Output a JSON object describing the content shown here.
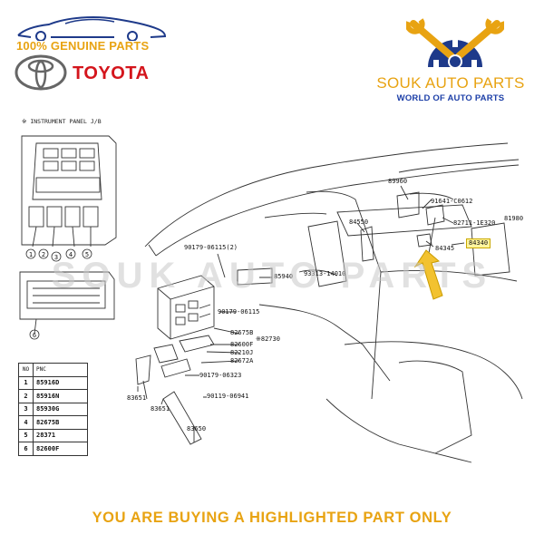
{
  "header": {
    "genuine_label": "100% GENUINE PARTS",
    "brand_name": "TOYOTA",
    "store_name": "SOUK AUTO PARTS",
    "store_tagline": "WORLD OF AUTO PARTS",
    "logo_icons": [
      "car-outline-icon",
      "toyota-emblem-icon",
      "wrench-gear-icon"
    ]
  },
  "watermark": "SOUK AUTO PARTS",
  "diagram": {
    "title": "※ INSTRUMENT PANEL J/B",
    "fuse_box_markers": [
      "1",
      "2",
      "3",
      "4",
      "5",
      "6"
    ],
    "callouts": [
      {
        "key": "89960",
        "text": "89960",
        "highlight": false
      },
      {
        "key": "91641",
        "text": "91641-C0612",
        "highlight": false
      },
      {
        "key": "82711",
        "text": "82711-1E320",
        "highlight": false
      },
      {
        "key": "81980",
        "text": "81980",
        "highlight": false
      },
      {
        "key": "84550",
        "text": "84550",
        "highlight": false
      },
      {
        "key": "84340",
        "text": "84340",
        "highlight": true
      },
      {
        "key": "84345",
        "text": "84345",
        "highlight": false
      },
      {
        "key": "90179a",
        "text": "90179-06115(2)",
        "highlight": false
      },
      {
        "key": "93313",
        "text": "93313-14010",
        "highlight": false
      },
      {
        "key": "85940",
        "text": "85940",
        "highlight": false
      },
      {
        "key": "90179b",
        "text": "90179-06115",
        "highlight": false
      },
      {
        "key": "82675b",
        "text": "82675B",
        "highlight": false
      },
      {
        "key": "82730",
        "text": "※82730",
        "highlight": false
      },
      {
        "key": "82600f",
        "text": "82600F",
        "highlight": false
      },
      {
        "key": "82210j",
        "text": "82210J",
        "highlight": false
      },
      {
        "key": "82672a",
        "text": "82672A",
        "highlight": false
      },
      {
        "key": "90179c",
        "text": "90179-06323",
        "highlight": false
      },
      {
        "key": "90119",
        "text": "90119-06941",
        "highlight": false
      },
      {
        "key": "83651a",
        "text": "83651",
        "highlight": false
      },
      {
        "key": "83651b",
        "text": "83651",
        "highlight": false
      },
      {
        "key": "83650",
        "text": "83650",
        "highlight": false
      }
    ],
    "pnc_table": {
      "headers": [
        "NO",
        "PNC"
      ],
      "rows": [
        {
          "no": "1",
          "pnc": "85916D"
        },
        {
          "no": "2",
          "pnc": "85916N"
        },
        {
          "no": "3",
          "pnc": "85930G"
        },
        {
          "no": "4",
          "pnc": "82675B"
        },
        {
          "no": "5",
          "pnc": "28371"
        },
        {
          "no": "6",
          "pnc": "82600F"
        }
      ]
    },
    "highlight_color": "#fff59e",
    "arrow_color": "#f2c230"
  },
  "footer": {
    "note": "YOU ARE BUYING A HIGHLIGHTED PART ONLY"
  },
  "colors": {
    "gold": "#e8a312",
    "brand_red": "#d4151c",
    "store_blue": "#1e40a8",
    "car_blue": "#1e3a8a"
  }
}
